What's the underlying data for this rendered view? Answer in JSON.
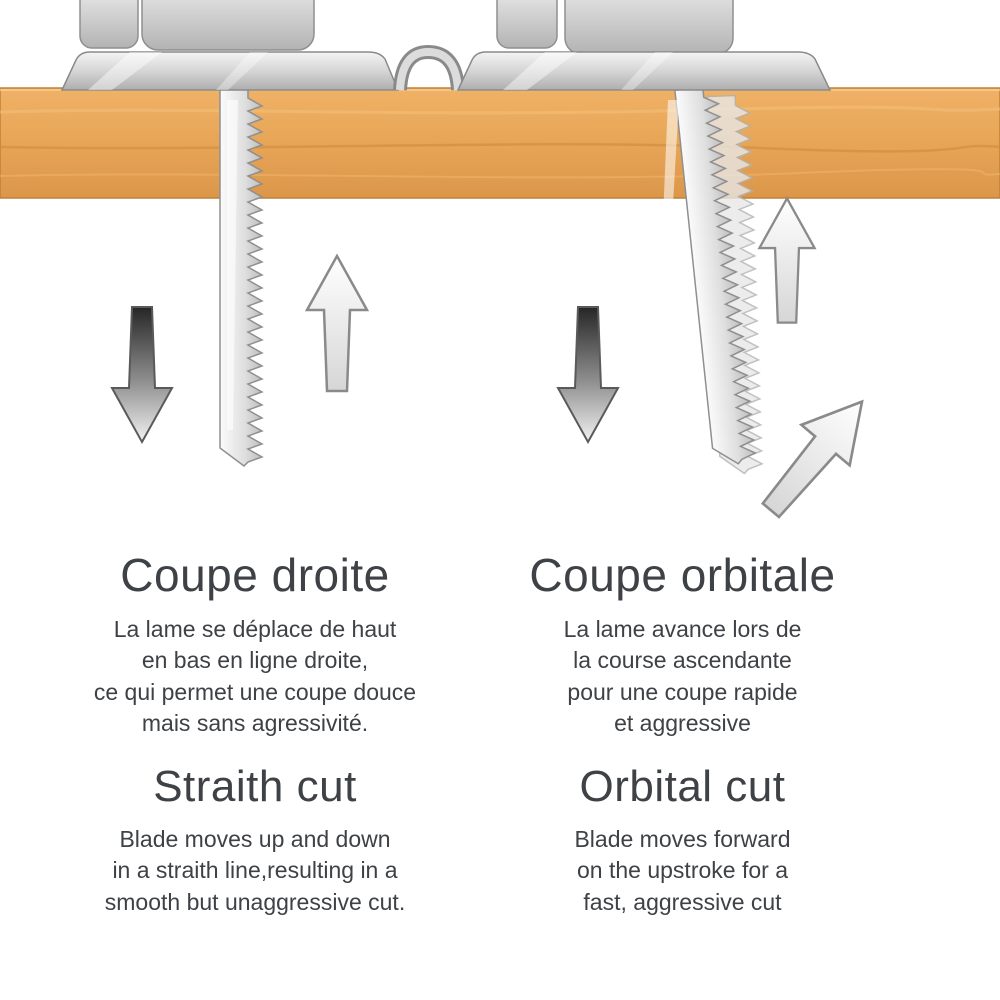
{
  "colors": {
    "background": "#ffffff",
    "wood": "#e9a95b",
    "wood_edge": "#c08038",
    "metal": "#cccccc",
    "outline": "#8f8f8f",
    "arrow_dark": "#2b2b2b",
    "text": "#3e4145"
  },
  "icons": {
    "down_arrow": "filled-gradient-down-arrow",
    "up_arrow": "outline-up-arrow",
    "up_arrow_diagonal": "outline-up-right-arrow"
  },
  "diagram": {
    "left": {
      "title_fr": "Coupe droite",
      "desc_fr": "La lame se déplace de haut\nen bas en ligne droite,\nce qui permet une coupe douce\nmais sans agressivité.",
      "title_en": "Straith cut",
      "desc_en": "Blade moves up and down\nin a straith line,resulting in a\nsmooth but unaggressive cut."
    },
    "right": {
      "title_fr": "Coupe orbitale",
      "desc_fr": "La lame avance lors de\nla course ascendante\npour une coupe rapide\net aggressive",
      "title_en": "Orbital cut",
      "desc_en": "Blade moves forward\non the upstroke for a\nfast, aggressive cut"
    }
  }
}
